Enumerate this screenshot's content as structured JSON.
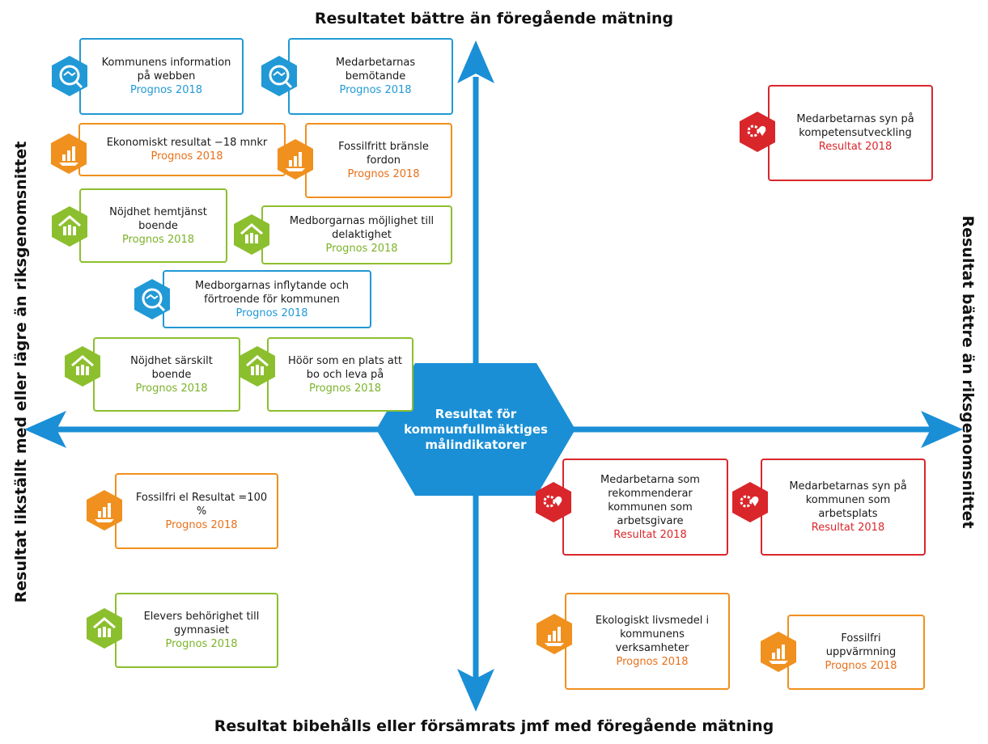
{
  "axes": {
    "top": "Resultatet bättre än föregående mätning",
    "bottom": "Resultat bibehålls eller försämrats jmf med föregående mätning",
    "left": "Resultat likställt med eller lägre än riksgenomsnittet",
    "right": "Resultat bättre än riksgenomsnittet"
  },
  "center": {
    "label": "Resultat för kommunfullmäktiges målindikatorer"
  },
  "colors": {
    "blue": "#2199d6",
    "orange": "#f0901e",
    "green": "#8cbf2e",
    "red": "#d9262b",
    "arrow": "#1a8fd6"
  },
  "cards": [
    {
      "title": "Kommunens information på webben",
      "status": "Prognos 2018",
      "color": "blue",
      "icon": "handshake-search-icon"
    },
    {
      "title": "Medarbetarnas bemötande",
      "status": "Prognos 2018",
      "color": "blue",
      "icon": "handshake-search-icon"
    },
    {
      "title": "Ekonomiskt resultat −18 mnkr",
      "status": "Prognos 2018",
      "color": "orange",
      "icon": "growth-chart-hand-icon"
    },
    {
      "title": "Fossilfritt bränsle fordon",
      "status": "Prognos 2018",
      "color": "orange",
      "icon": "growth-chart-hand-icon"
    },
    {
      "title": "Nöjdhet hemtjänst boende",
      "status": "Prognos 2018",
      "color": "green",
      "icon": "house-people-icon"
    },
    {
      "title": "Medborgarnas möjlighet till delaktighet",
      "status": "Prognos 2018",
      "color": "green",
      "icon": "house-people-icon"
    },
    {
      "title": "Medborgarnas inflytande och förtroende för kommunen",
      "status": "Prognos 2018",
      "color": "blue",
      "icon": "handshake-search-icon"
    },
    {
      "title": "Nöjdhet särskilt boende",
      "status": "Prognos 2018",
      "color": "green",
      "icon": "house-people-icon"
    },
    {
      "title": "Höör som en plats att bo och leva på",
      "status": "Prognos 2018",
      "color": "green",
      "icon": "house-people-icon"
    },
    {
      "title": "Medarbetarnas syn på kompetensutveckling",
      "status": "Resultat 2018",
      "color": "red",
      "icon": "heart-gear-icon"
    },
    {
      "title": "Fossilfri el Resultat =100 %",
      "status": "Prognos 2018",
      "color": "orange",
      "icon": "growth-chart-hand-icon"
    },
    {
      "title": "Medarbetarna som rekommenderar kommunen som arbetsgivare",
      "status": "Resultat 2018",
      "color": "red",
      "icon": "heart-gear-icon"
    },
    {
      "title": "Medarbetarnas syn på kommunen som arbetsplats",
      "status": "Resultat 2018",
      "color": "red",
      "icon": "heart-gear-icon"
    },
    {
      "title": "Elevers behörighet till gymnasiet",
      "status": "Prognos 2018",
      "color": "green",
      "icon": "house-people-icon"
    },
    {
      "title": "Ekologiskt livsmedel i kommunens verksamheter",
      "status": "Prognos 2018",
      "color": "orange",
      "icon": "growth-chart-hand-icon"
    },
    {
      "title": "Fossilfri uppvärmning",
      "status": "Prognos 2018",
      "color": "orange",
      "icon": "growth-chart-hand-icon"
    }
  ]
}
